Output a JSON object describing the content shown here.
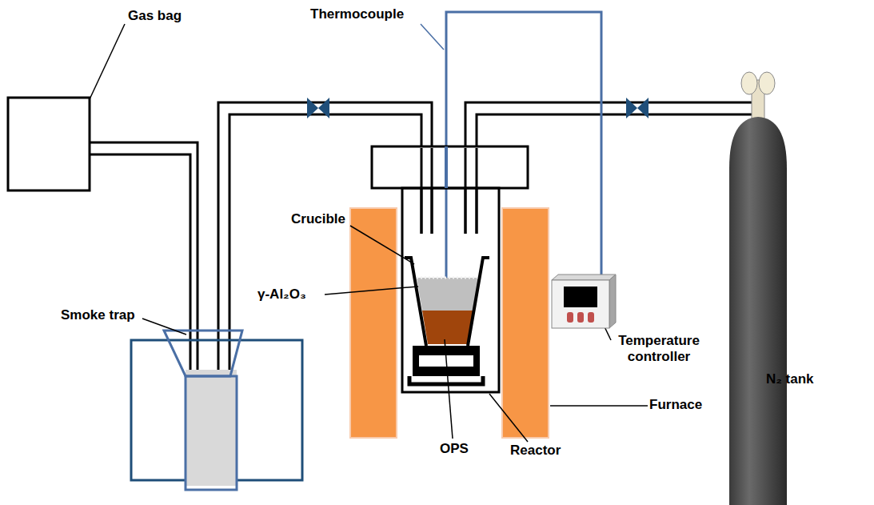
{
  "diagram": {
    "labels": [
      "Thermocouple",
      "Gas bag",
      "Crucible",
      "γ-Al₂O₃",
      "Smoke trap",
      "Temperature controller",
      "OPS",
      "Reactor",
      "Furnace",
      "N₂ tank"
    ]
  }
}
